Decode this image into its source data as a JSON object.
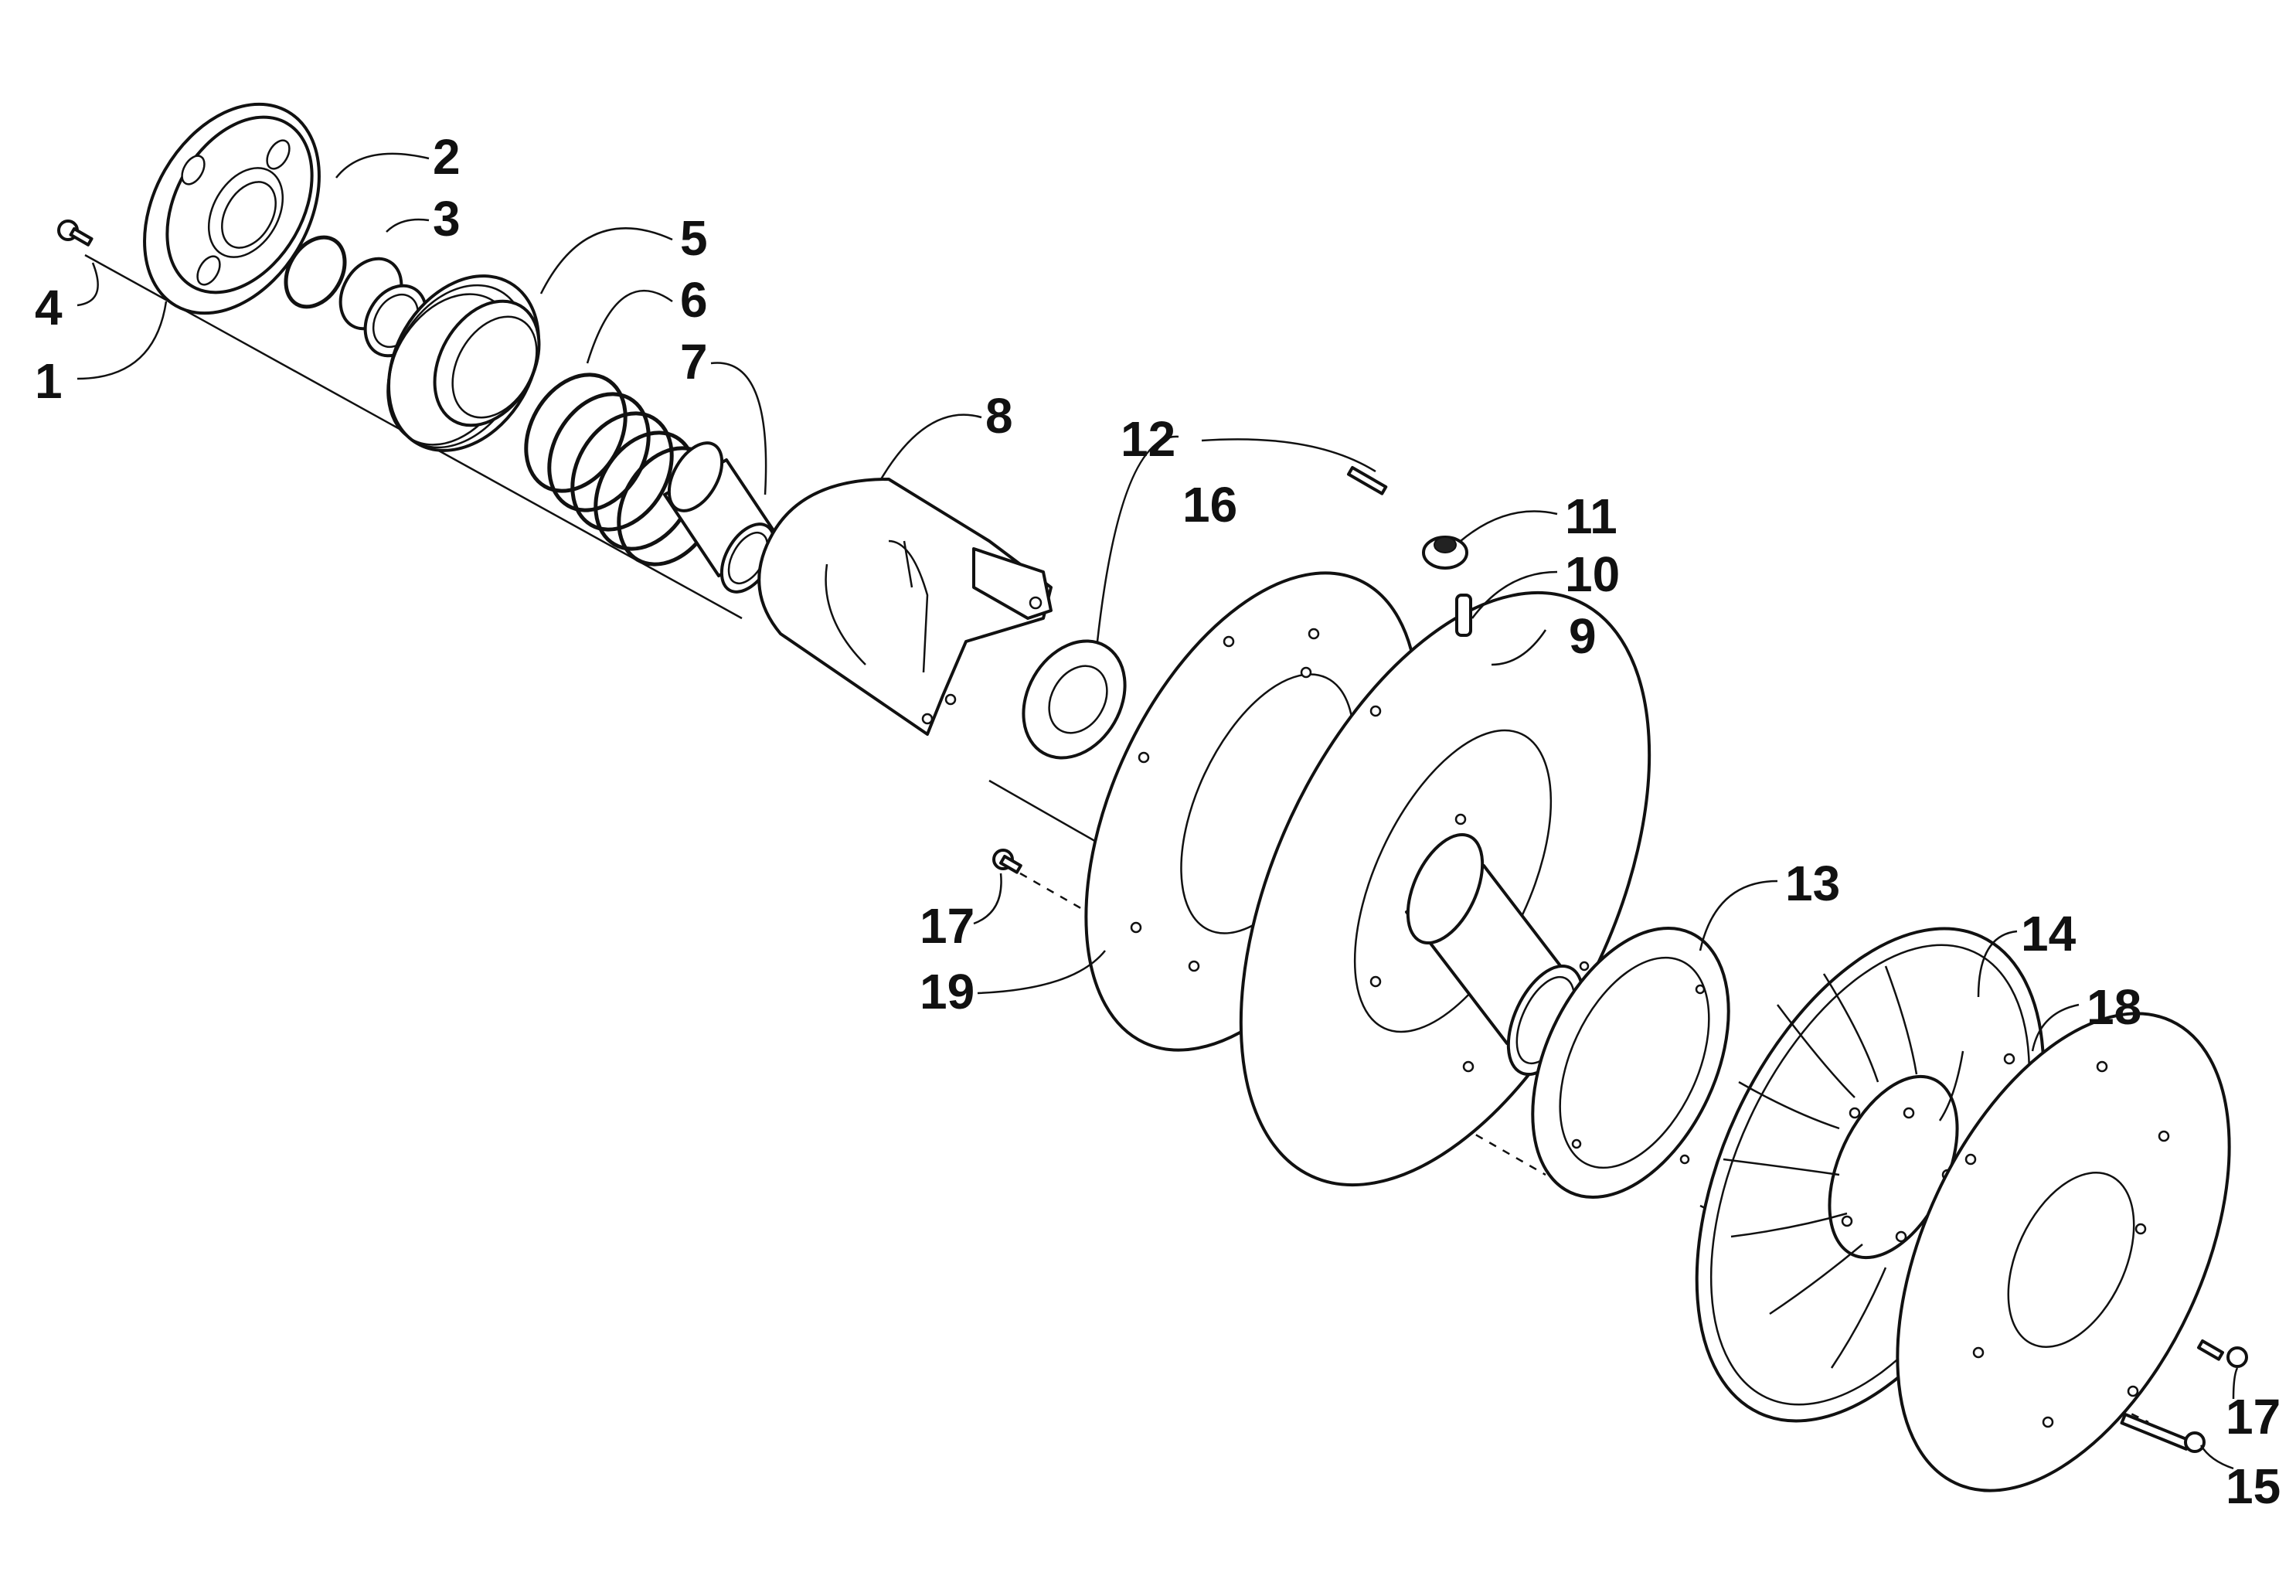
{
  "diagram": {
    "accent_color": "#111111",
    "callouts": {
      "c1": "1",
      "c2": "2",
      "c3": "3",
      "c4": "4",
      "c5": "5",
      "c6": "6",
      "c7": "7",
      "c8": "8",
      "c9": "9",
      "c10": "10",
      "c11": "11",
      "c12": "12",
      "c13": "13",
      "c14": "14",
      "c15": "15",
      "c16": "16",
      "c17a": "17",
      "c17b": "17",
      "c18": "18",
      "c19": "19"
    }
  }
}
